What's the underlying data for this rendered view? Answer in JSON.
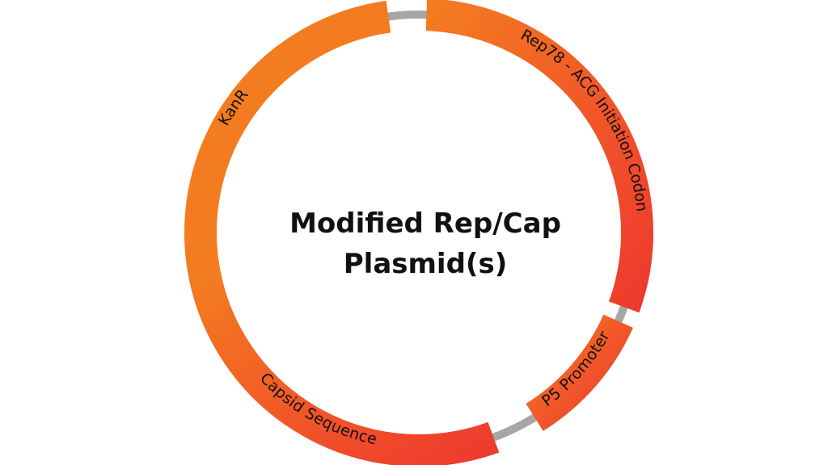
{
  "title": {
    "line1": "Modified Rep/Cap",
    "line2": "Plasmid(s)"
  },
  "colors": {
    "backbone": "#a6a6a6",
    "orange": "#f47c20",
    "red": "#ee3a2e"
  },
  "segments": [
    {
      "label": "Rep78 - ACG Initiation Codon",
      "start_deg": 2,
      "end_deg": 110,
      "gradient": "orange-to-red"
    },
    {
      "label": "P5 Promoter",
      "start_deg": 114,
      "end_deg": 148,
      "gradient": "orange-to-red"
    },
    {
      "label": "Capsid Sequence",
      "start_deg": 160,
      "end_deg": 259,
      "gradient": "orange-to-red"
    },
    {
      "label": "KanR",
      "start_deg": 256,
      "end_deg": 352,
      "gradient": "orange"
    }
  ]
}
